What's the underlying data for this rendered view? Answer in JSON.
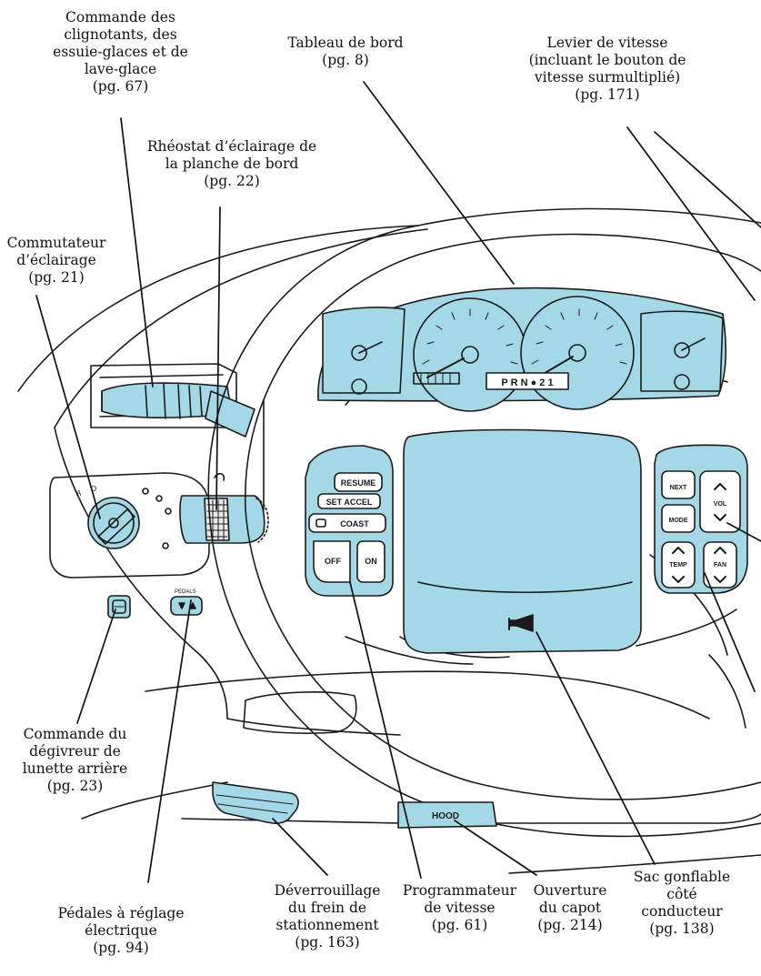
{
  "colors": {
    "highlight": "#a5d8e6",
    "outline": "#1a1a1a",
    "leader": "#111111",
    "background": "#ffffff"
  },
  "callouts": {
    "turn_signal": {
      "lines": [
        "Commande des",
        "clignotants, des",
        "essuie-glaces et de",
        "lave-glace",
        "(pg. 67)"
      ]
    },
    "instrument_panel": {
      "lines": [
        "Tableau de bord",
        "(pg. 8)"
      ]
    },
    "gearshift": {
      "lines": [
        "Levier de vitesse",
        "(incluant le bouton de",
        "vitesse surmultiplié)",
        "(pg. 171)"
      ]
    },
    "dimmer": {
      "lines": [
        "Rhéostat d’éclairage de",
        "la planche de bord",
        "(pg. 22)"
      ]
    },
    "headlamp": {
      "lines": [
        "Commutateur",
        "d’éclairage",
        "(pg. 21)"
      ]
    },
    "rear_defrost": {
      "lines": [
        "Commande du",
        "dégivreur de",
        "lunette arrière",
        "(pg. 23)"
      ]
    },
    "pedals": {
      "lines": [
        "Pédales à réglage",
        "électrique",
        "(pg. 94)"
      ]
    },
    "parking_brake": {
      "lines": [
        "Déverrouillage",
        "du frein de",
        "stationnement",
        "(pg. 163)"
      ]
    },
    "speed_control": {
      "lines": [
        "Programmateur",
        "de vitesse",
        "(pg. 61)"
      ]
    },
    "hood": {
      "lines": [
        "Ouverture",
        "du capot",
        "(pg. 214)"
      ]
    },
    "airbag": {
      "lines": [
        "Sac gonflable",
        "côté",
        "conducteur",
        "(pg. 138)"
      ]
    }
  },
  "controls": {
    "speed": {
      "resume": "RESUME",
      "set_accel": "SET ACCEL",
      "coast": "COAST",
      "off": "OFF",
      "on": "ON"
    },
    "audio": {
      "next": "NEXT",
      "mode": "MODE",
      "vol": "VOL",
      "temp": "TEMP",
      "fan": "FAN"
    },
    "hood_label": "HOOD",
    "pedals_label": "PEDALS",
    "gear_indicator": "P R N ● 2 1",
    "headlamp_positions": [
      "A",
      "O"
    ]
  }
}
